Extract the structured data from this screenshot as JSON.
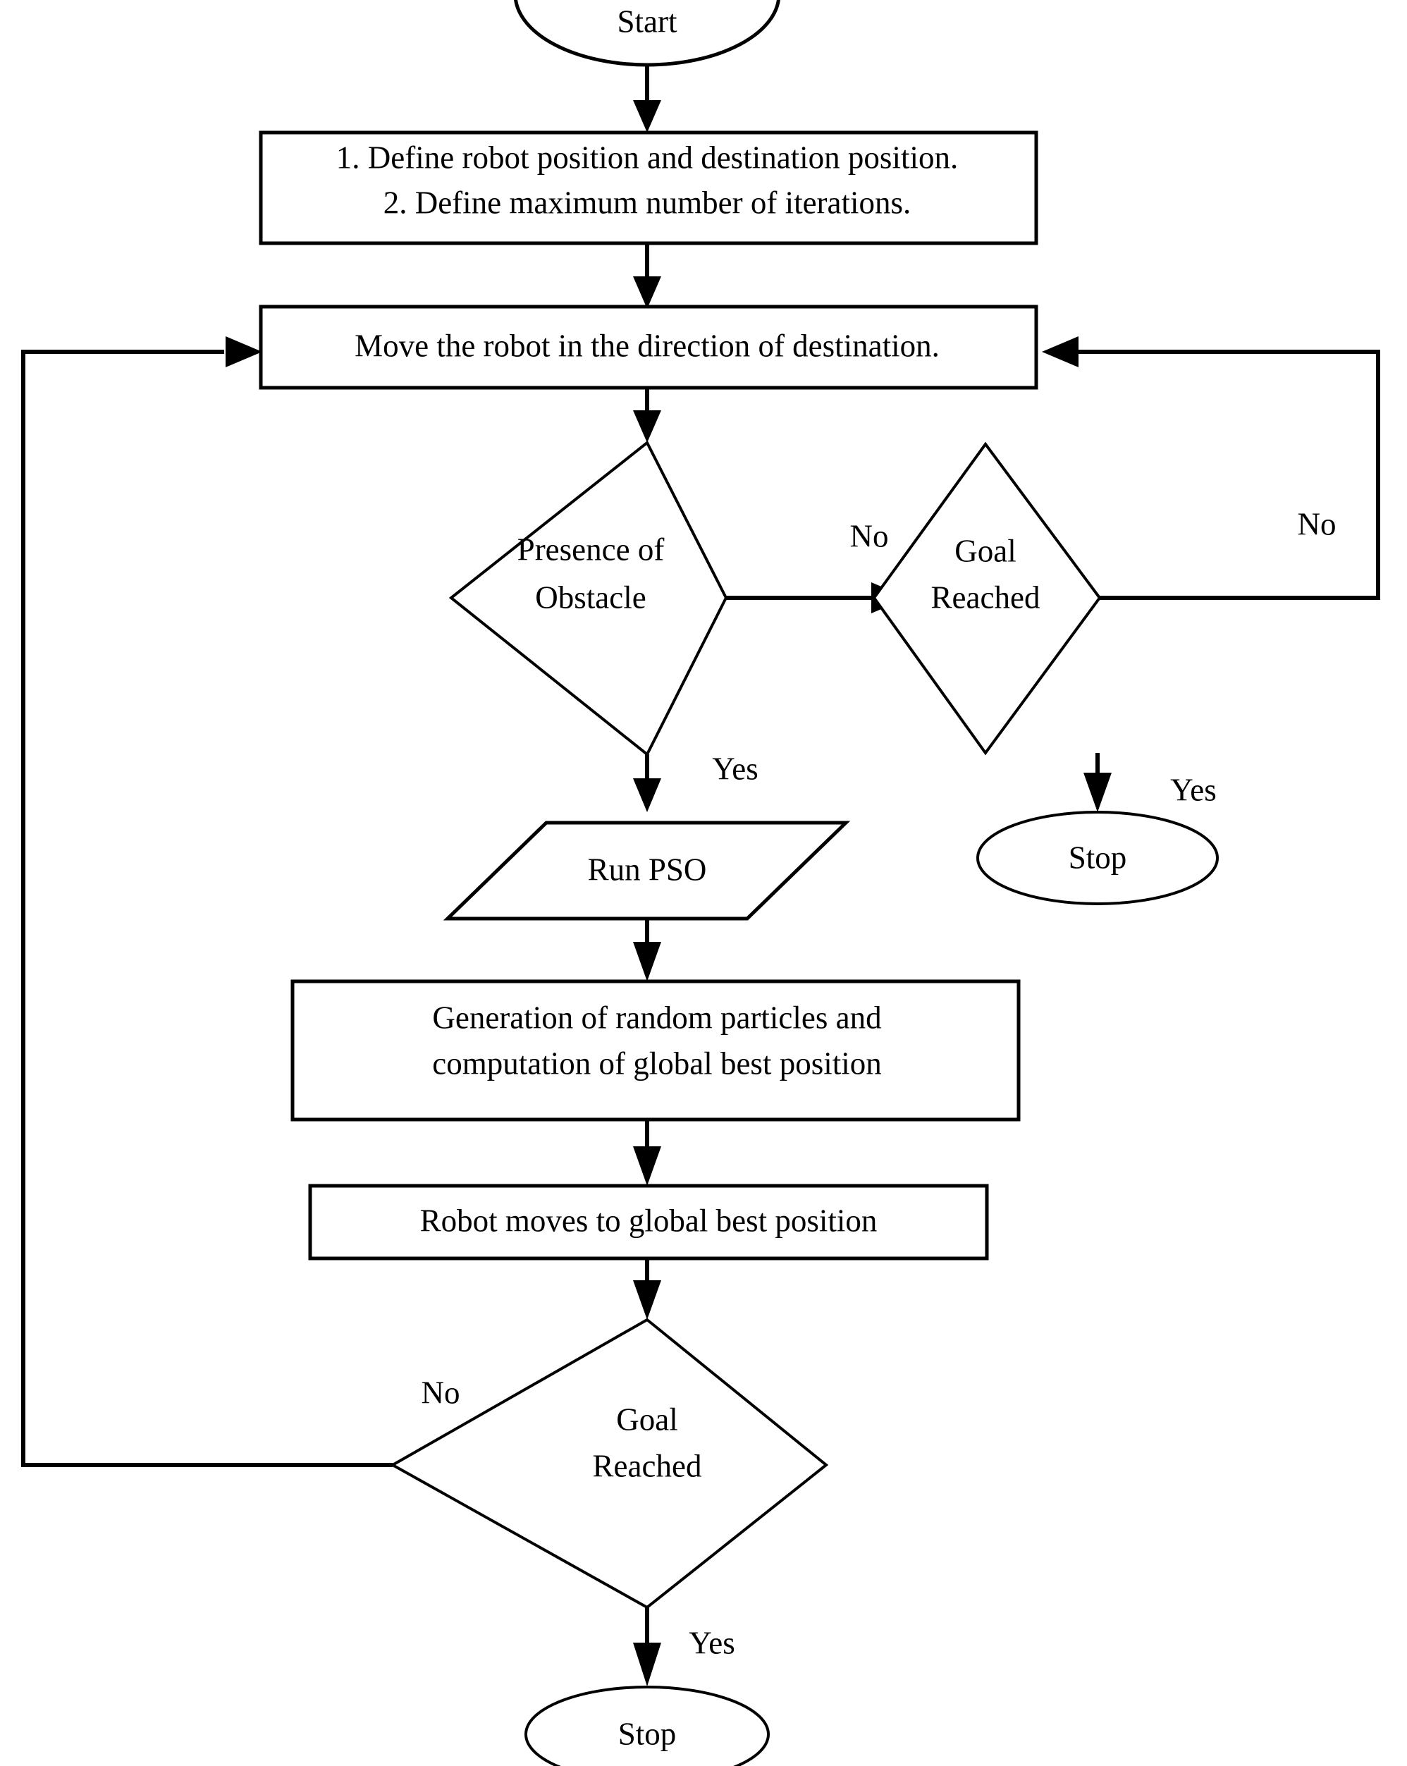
{
  "diagram": {
    "type": "flowchart",
    "title": "",
    "nodes": {
      "start": {
        "shape": "ellipse",
        "label": "Start"
      },
      "init": {
        "shape": "process",
        "line1": "1. Define robot position and destination position.",
        "line2": "2. Define maximum number of iterations."
      },
      "move": {
        "shape": "process",
        "label": "Move the robot in the direction of destination."
      },
      "obstacle": {
        "shape": "decision",
        "line1": "Presence of",
        "line2": "Obstacle"
      },
      "goal_top": {
        "shape": "decision",
        "line1": "Goal",
        "line2": "Reached"
      },
      "stop_right": {
        "shape": "ellipse",
        "label": "Stop"
      },
      "run_pso": {
        "shape": "io-parallelogram",
        "label": "Run PSO"
      },
      "generation": {
        "shape": "process",
        "line1": "Generation of random particles and",
        "line2": "computation of global best position"
      },
      "robot_moves": {
        "shape": "process",
        "label": "Robot moves to global best position"
      },
      "goal_bottom": {
        "shape": "decision",
        "line1": "Goal",
        "line2": "Reached"
      },
      "stop_bottom": {
        "shape": "ellipse",
        "label": "Stop"
      }
    },
    "edge_labels": {
      "obstacle_no": "No",
      "obstacle_yes": "Yes",
      "goal_top_no": "No",
      "goal_top_yes": "Yes",
      "goal_bottom_no": "No",
      "goal_bottom_yes": "Yes"
    },
    "colors": {
      "stroke": "#000000",
      "fill": "#ffffff",
      "text": "#000000"
    }
  }
}
